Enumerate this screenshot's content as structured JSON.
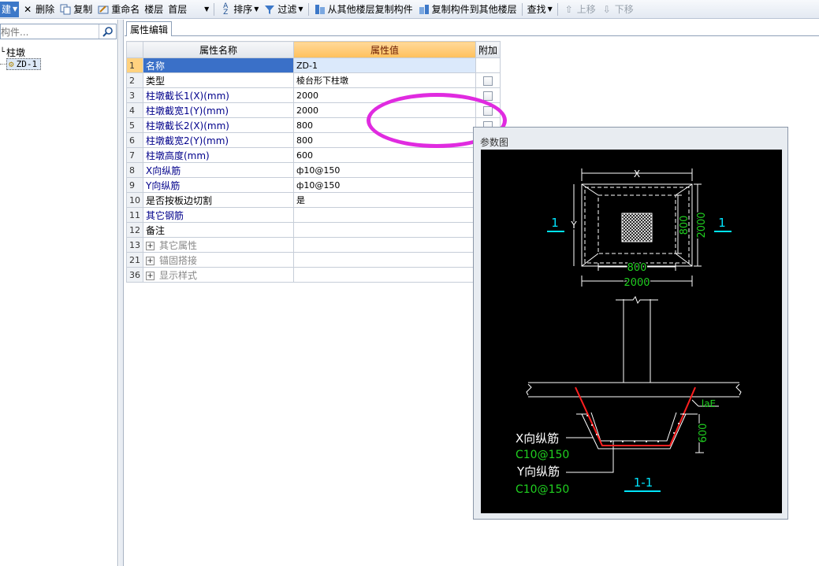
{
  "toolbar": {
    "new_label": "建",
    "delete_label": "删除",
    "copy_label": "复制",
    "rename_label": "重命名",
    "floor_label": "楼层",
    "floor_value": "首层",
    "sort_label": "排序",
    "filter_label": "过滤",
    "copy_from_floor_label": "从其他楼层复制构件",
    "copy_to_floor_label": "复制构件到其他楼层",
    "find_label": "查找",
    "move_up_label": "上移",
    "move_down_label": "下移"
  },
  "left_panel": {
    "search_placeholder": "构件...",
    "tree_root": "柱墩",
    "tree_child": "ZD-1"
  },
  "tab": {
    "label": "属性编辑"
  },
  "grid": {
    "headers": {
      "name": "属性名称",
      "value": "属性值",
      "extra": "附加"
    },
    "rows": [
      {
        "num": "1",
        "name": "名称",
        "value": "ZD-1",
        "checkbox": false
      },
      {
        "num": "2",
        "name": "类型",
        "value": "棱台形下柱墩",
        "checkbox": true
      },
      {
        "num": "3",
        "name": "柱墩截长1(X)(mm)",
        "value": "2000",
        "checkbox": true
      },
      {
        "num": "4",
        "name": "柱墩截宽1(Y)(mm)",
        "value": "2000",
        "checkbox": true
      },
      {
        "num": "5",
        "name": "柱墩截长2(X)(mm)",
        "value": "800",
        "checkbox": true
      },
      {
        "num": "6",
        "name": "柱墩截宽2(Y)(mm)",
        "value": "800",
        "checkbox": false
      },
      {
        "num": "7",
        "name": "柱墩高度(mm)",
        "value": "600",
        "checkbox": false
      },
      {
        "num": "8",
        "name": "X向纵筋",
        "value": "ф10@150",
        "checkbox": false
      },
      {
        "num": "9",
        "name": "Y向纵筋",
        "value": "ф10@150",
        "checkbox": false
      },
      {
        "num": "10",
        "name": "是否按板边切割",
        "value": "是",
        "checkbox": false
      },
      {
        "num": "11",
        "name": "其它钢筋",
        "value": "",
        "checkbox": false
      },
      {
        "num": "12",
        "name": "备注",
        "value": "",
        "checkbox": false
      },
      {
        "num": "13",
        "name": "其它属性",
        "value": "",
        "checkbox": false
      },
      {
        "num": "21",
        "name": "锚固搭接",
        "value": "",
        "checkbox": false
      },
      {
        "num": "36",
        "name": "显示样式",
        "value": "",
        "checkbox": false
      }
    ]
  },
  "param_panel": {
    "title": "参数图",
    "labels": {
      "x": "X",
      "y": "Y",
      "sec_left": "1",
      "sec_right": "1",
      "dim_800_h": "800",
      "dim_800_v": "800",
      "dim_2000_h": "2000",
      "dim_2000_v": "2000",
      "lae": "laE",
      "dim_600": "600",
      "x_rebar": "X向纵筋",
      "x_rebar_spec": "C10@150",
      "y_rebar": "Y向纵筋",
      "y_rebar_spec": "C10@150",
      "section": "1-1"
    }
  },
  "colors": {
    "highlight_ellipse": "#e02be0",
    "dim_green": "#20d020",
    "cyan": "#00e5ff",
    "rebar_red": "#ff2020"
  }
}
